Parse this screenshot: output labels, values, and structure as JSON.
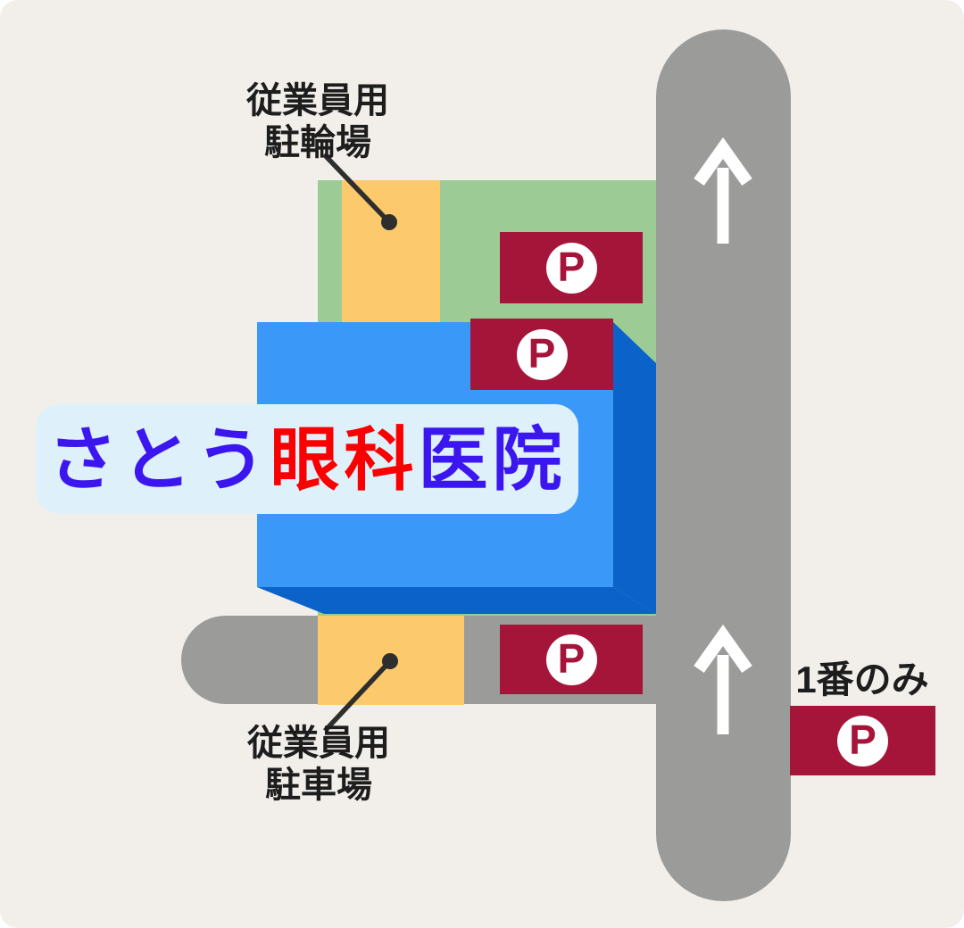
{
  "map_title": {
    "parts": [
      {
        "text": "さとう"
      },
      {
        "text": "眼科"
      },
      {
        "text": "医院"
      }
    ]
  },
  "labels": {
    "bicycle_parking": {
      "line1": "従業員用",
      "line2": "駐輪場"
    },
    "car_parking": {
      "line1": "従業員用",
      "line2": "駐車場"
    },
    "number_one_only": "1番のみ"
  },
  "parking_signs": {
    "green_lot": {
      "label": "P"
    },
    "building_front": {
      "label": "P"
    },
    "south_road": {
      "label": "P"
    },
    "number_one": {
      "label": "P"
    }
  },
  "colors": {
    "page_bg": "#f2efeb",
    "green_lot": "#9ccb95",
    "yellow_strip": "#fcca6c",
    "road_gray": "#9b9b99",
    "building_front": "#3998f8",
    "building_side": "#0b62c9",
    "crimson_sign": "#a5153a",
    "banner_bg": "#def1fb",
    "title_blue": "#3b16ee",
    "title_red": "#fa0000",
    "label_text": "#1d1d1d",
    "leader_line": "#2e2e2e",
    "arrow_white": "#ffffff"
  }
}
